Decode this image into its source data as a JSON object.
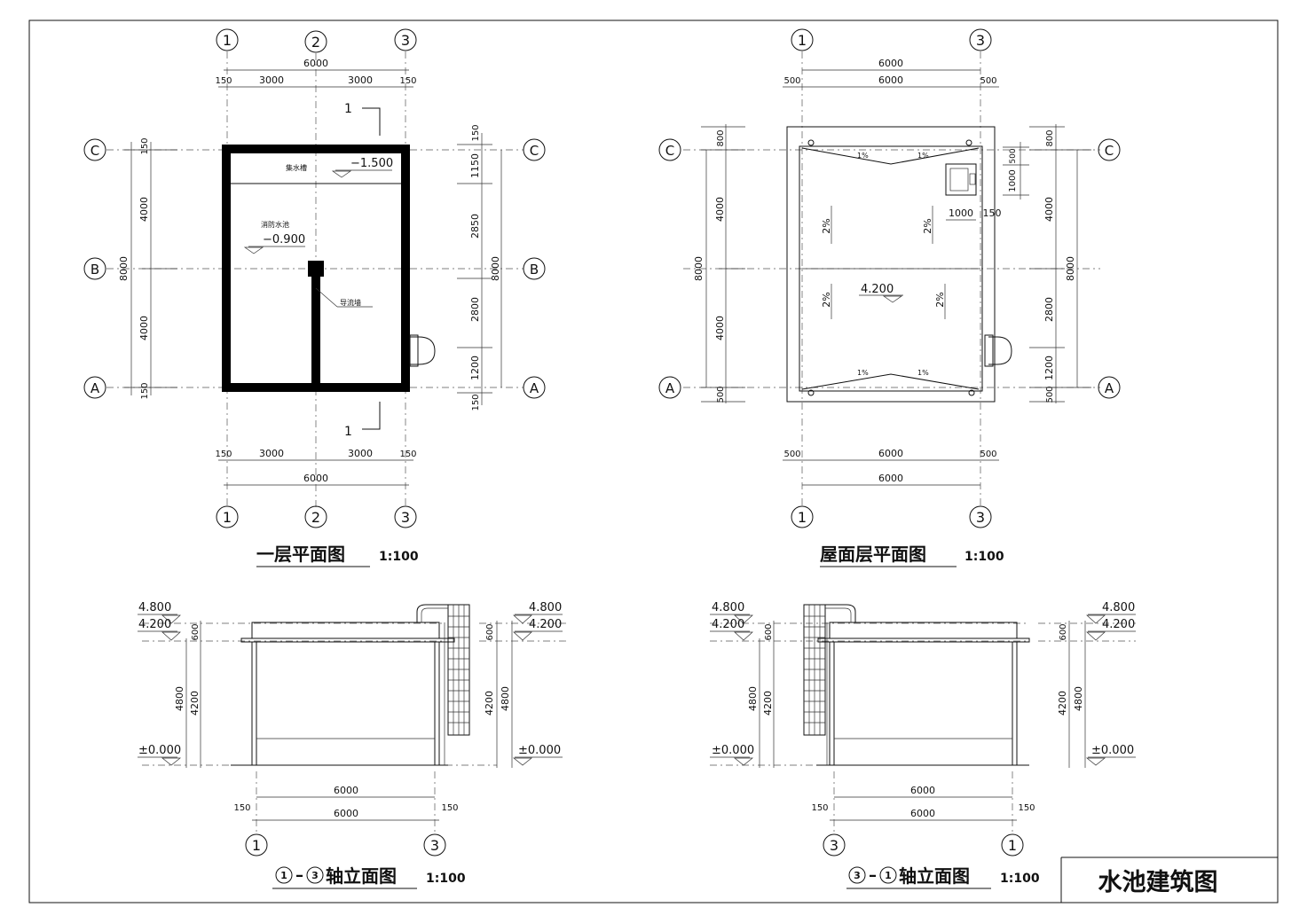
{
  "sheet_title": "水池建筑图",
  "grid_numbers": [
    "1",
    "2",
    "3"
  ],
  "grid_letters": [
    "A",
    "B",
    "C"
  ],
  "plan1": {
    "title": "一层平面图",
    "scale": "1:100",
    "dims_top_total": "6000",
    "dims_top_parts": [
      "150",
      "3000",
      "3000",
      "150"
    ],
    "dims_bottom_parts": [
      "150",
      "3000",
      "3000",
      "150"
    ],
    "dims_bottom_total": "6000",
    "dims_left_parts": [
      "150",
      "4000",
      "4000",
      "150"
    ],
    "dims_left_total": "8000",
    "dims_right_parts": [
      "150",
      "1150",
      "2850",
      "2800",
      "1200",
      "150"
    ],
    "dims_right_total": "8000",
    "section_mark": "1",
    "label_sump": "集水槽",
    "label_pool": "消防水池",
    "label_wall": "导流墙",
    "elev_sump": "−1.500",
    "elev_pool": "−0.900"
  },
  "plan2": {
    "title": "屋面层平面图",
    "scale": "1:100",
    "dims_top_total": "6000",
    "dims_top_parts": [
      "500",
      "6000",
      "500"
    ],
    "dims_bottom_parts": [
      "500",
      "6000",
      "500"
    ],
    "dims_bottom_total": "6000",
    "dims_left_parts": [
      "800",
      "4000",
      "4000",
      "500"
    ],
    "dims_left_total": "8000",
    "dims_right_parts": [
      "800",
      "4000",
      "2800",
      "1200",
      "500"
    ],
    "dims_right_total": "8000",
    "hatch_dims": [
      "500",
      "1000",
      "1000",
      "150"
    ],
    "slope_small": "1%",
    "slope_large": "2%",
    "elev_roof": "4.200"
  },
  "elev1": {
    "title_a": "1",
    "title_b": "3",
    "title_suffix": "轴立面图",
    "scale": "1:100",
    "axis_left": "1",
    "axis_right": "3"
  },
  "elev2": {
    "title_a": "3",
    "title_b": "1",
    "title_suffix": "轴立面图",
    "scale": "1:100",
    "axis_left": "3",
    "axis_right": "1"
  },
  "elev_common": {
    "lvl_top": "4.800",
    "lvl_roof": "4.200",
    "lvl_ground": "±0.000",
    "dim_600": "600",
    "dim_4200": "4200",
    "dim_4800": "4800",
    "dim_6000": "6000",
    "dim_150": "150"
  }
}
